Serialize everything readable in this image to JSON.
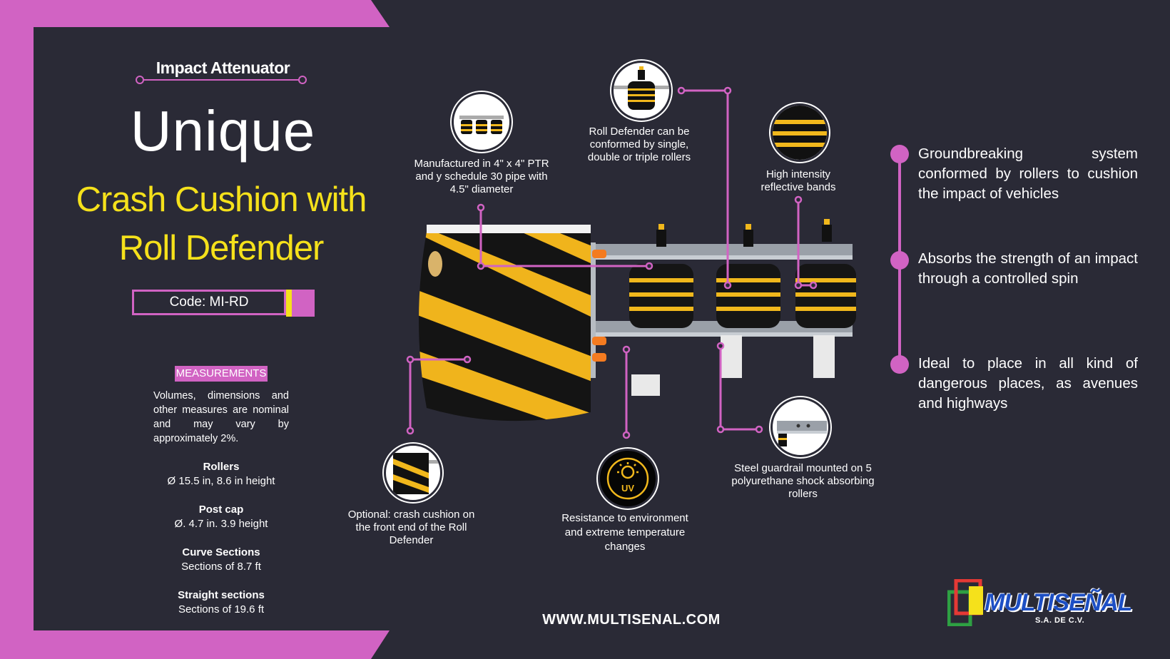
{
  "header": {
    "kicker": "Impact Attenuator",
    "title": "Unique",
    "subtitle_line1": "Crash Cushion with",
    "subtitle_line2": "Roll Defender",
    "code": "Code: MI-RD"
  },
  "measurements": {
    "label": "MEASUREMENTS",
    "note": "Volumes, dimensions and other measures are nominal and may vary by approximately 2%.",
    "specs": [
      {
        "name": "Rollers",
        "value": "Ø 15.5 in, 8.6 in height"
      },
      {
        "name": "Post cap",
        "value": "Ø. 4.7 in. 3.9 height"
      },
      {
        "name": "Curve Sections",
        "value": "Sections of 8.7 ft"
      },
      {
        "name": "Straight sections",
        "value": "Sections of 19.6 ft"
      }
    ]
  },
  "callouts": {
    "pipe": "Manufactured in 4\" x 4\" PTR and y schedule 30 pipe with 4.5\" diameter",
    "rollers": "Roll Defender can be conformed by single, double or triple rollers",
    "bands": "High intensity reflective bands",
    "cushion": "Optional: crash cushion on the front end of the Roll Defender",
    "uv": "Resistance to environment and extreme temperature changes",
    "uv_icon_text": "UV",
    "guardrail": "Steel guardrail mounted on 5 polyurethane shock absorbing rollers"
  },
  "features": [
    "Groundbreaking system conformed by rollers to cushion the impact of vehicles",
    "Absorbs the strength of an impact through a controlled spin",
    "Ideal to place in all kind of dangerous places, as avenues and highways"
  ],
  "footer": {
    "website": "WWW.MULTISENAL.COM",
    "logo_text": "MULTISEÑAL",
    "logo_sub": "S.A. DE C.V."
  },
  "colors": {
    "background": "#2a2a36",
    "accent_pink": "#d163c3",
    "accent_yellow": "#f5e11b",
    "logo_blue": "#1d4fc4"
  }
}
